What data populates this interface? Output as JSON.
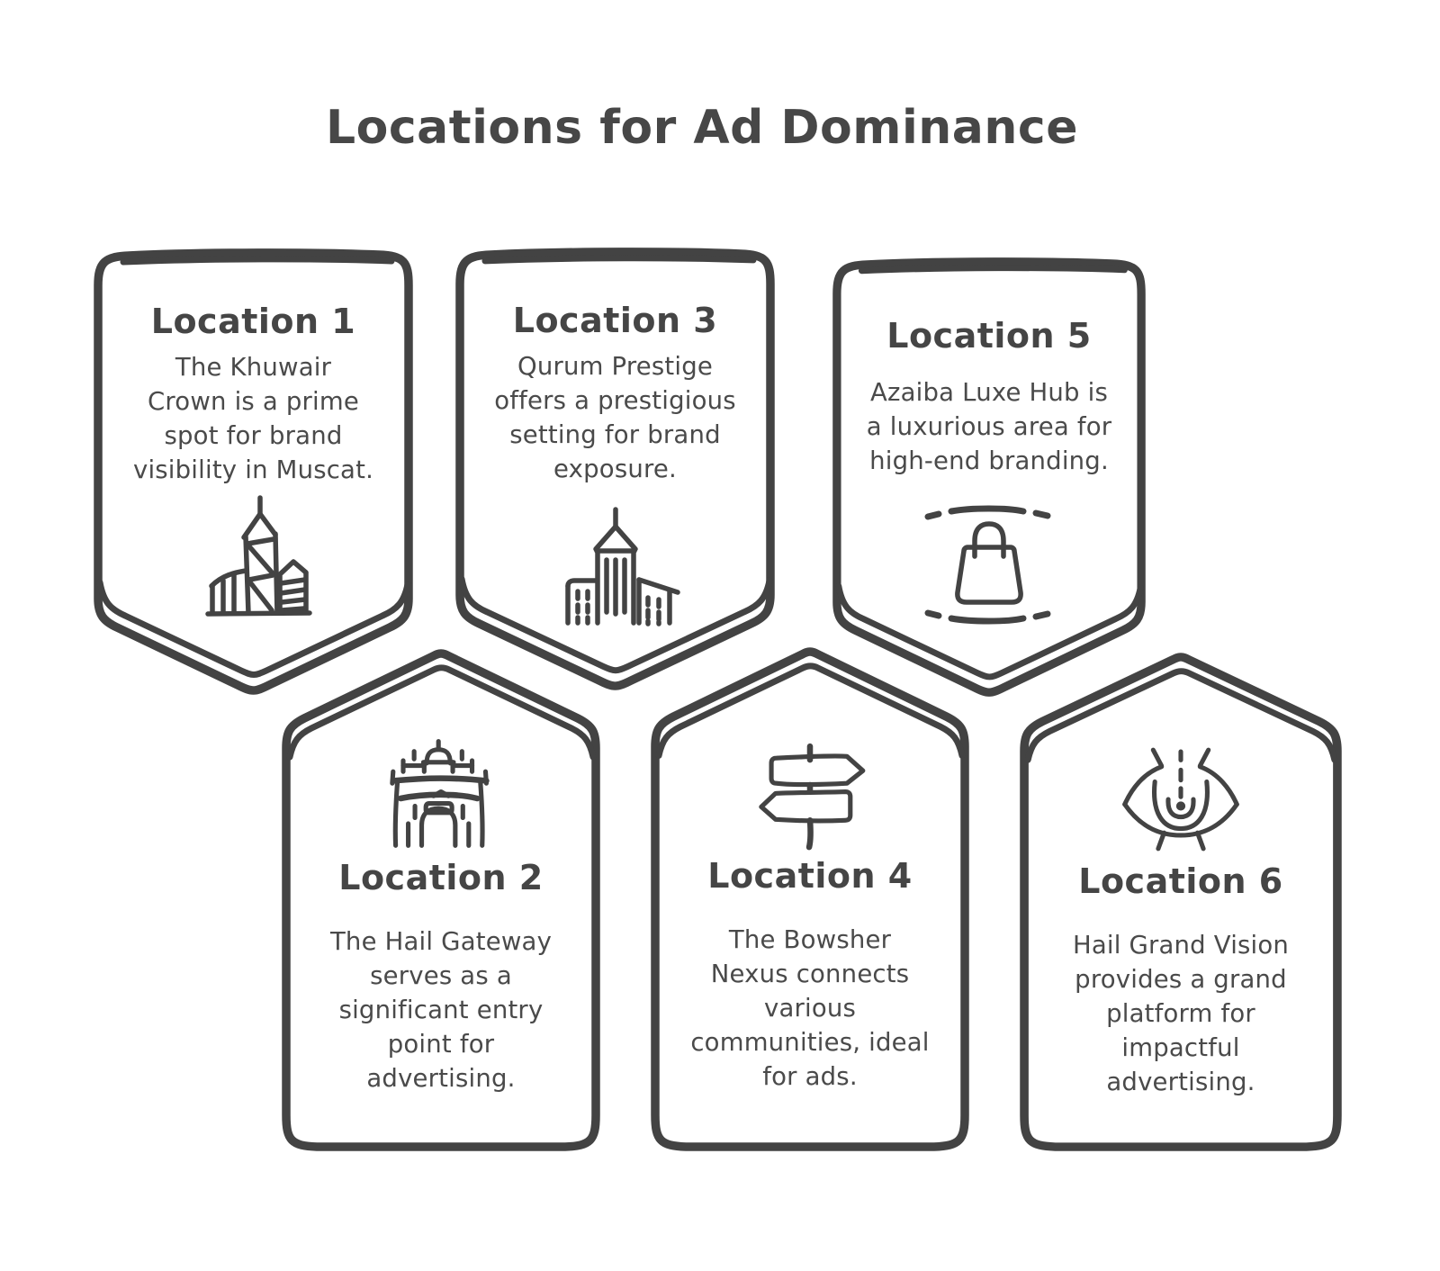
{
  "page_title": "Locations for Ad Dominance",
  "colors": {
    "background": "#ffffff",
    "outline": "#434343",
    "heading": "#474747",
    "body_text": "#4a4a4a"
  },
  "cards": [
    {
      "title": "Location 1",
      "text": "The Khuwair\nCrown is a prime\nspot for brand\nvisibility in Muscat.",
      "icon": "city-buildings-icon",
      "orientation": "point-down"
    },
    {
      "title": "Location 2",
      "text": "The Hail Gateway\nserves as a\nsignificant entry\npoint for\nadvertising.",
      "icon": "gateway-arch-icon",
      "orientation": "point-up"
    },
    {
      "title": "Location 3",
      "text": "Qurum Prestige\noffers a prestigious\nsetting for brand\nexposure.",
      "icon": "city-skyline-icon",
      "orientation": "point-down"
    },
    {
      "title": "Location 4",
      "text": "The Bowsher\nNexus connects\nvarious\ncommunities, ideal\nfor ads.",
      "icon": "signpost-icon",
      "orientation": "point-up"
    },
    {
      "title": "Location 5",
      "text": "Azaiba Luxe Hub is\na luxurious area for\nhigh-end branding.",
      "icon": "shopping-bag-icon",
      "orientation": "point-down"
    },
    {
      "title": "Location 6",
      "text": "Hail Grand Vision\nprovides a grand\nplatform for\nimpactful\nadvertising.",
      "icon": "eye-visibility-icon",
      "orientation": "point-up"
    }
  ]
}
